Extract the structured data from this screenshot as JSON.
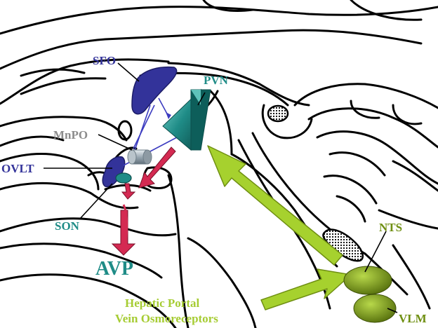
{
  "labels": {
    "sfo": "SFO",
    "pvn": "PVN",
    "mnpo": "MnPO",
    "ovlt": "OVLT",
    "son": "SON",
    "avp": "AVP",
    "nts": "NTS",
    "vlm": "VLM",
    "hepatic_line1": "Hepatic Portal",
    "hepatic_line2": "Vein Osmoreceptors"
  },
  "colors": {
    "blue_nuclei": "#33339a",
    "teal": "#1f8c87",
    "gray_label": "#8c8c8c",
    "red_arrow": "#d42a52",
    "green_arrow": "#a6d12e",
    "green_label": "#a6cc33",
    "olive_nuclei": "#6f8f12",
    "outline": "#000000"
  }
}
